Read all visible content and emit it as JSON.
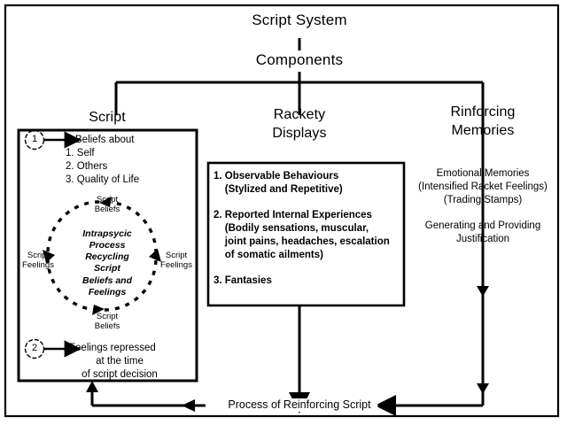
{
  "diagram": {
    "title_line1": "Script System",
    "title_line2": "Components",
    "frame_color": "#000000",
    "line_color": "#000000",
    "background": "#ffffff"
  },
  "columns": [
    {
      "id": "script",
      "heading": "Script",
      "markers": [
        {
          "number": "1",
          "lines": [
            "Beliefs about",
            "1. Self",
            "2. Others",
            "3. Quality of Life"
          ]
        },
        {
          "number": "2",
          "lines": [
            "Feelings repressed",
            "at the time",
            "of script decision"
          ]
        }
      ],
      "cycle": {
        "center_text": "Intrapsycic\nProcess\nRecycling\nScript\nBeliefs and\nFeelings",
        "node_top": "Script\nBeliefs",
        "node_bottom": "Script\nBeliefs",
        "node_left": "Script\nFeelings",
        "node_right": "Script\nFeelings"
      }
    },
    {
      "id": "rackety-displays",
      "heading_line1": "Rackety",
      "heading_line2": "Displays",
      "items": [
        "1. Observable Behaviours",
        "    (Stylized and Repetitive)",
        "",
        "2. Reported Internal Experiences",
        "    (Bodily sensations, muscular,",
        "    joint pains, headaches, escalation",
        "    of somatic ailments)",
        "",
        "3. Fantasies"
      ]
    },
    {
      "id": "rinforcing-memories",
      "heading_line1": "Rinforcing",
      "heading_line2": "Memories",
      "lines": [
        "Emotional Memories",
        "(Intensified Racket Feelings)",
        "(Trading Stamps)",
        "",
        "Generating and Providing",
        "Justification"
      ]
    }
  ],
  "bottom": {
    "label": "Process of Reinforcing Script"
  }
}
